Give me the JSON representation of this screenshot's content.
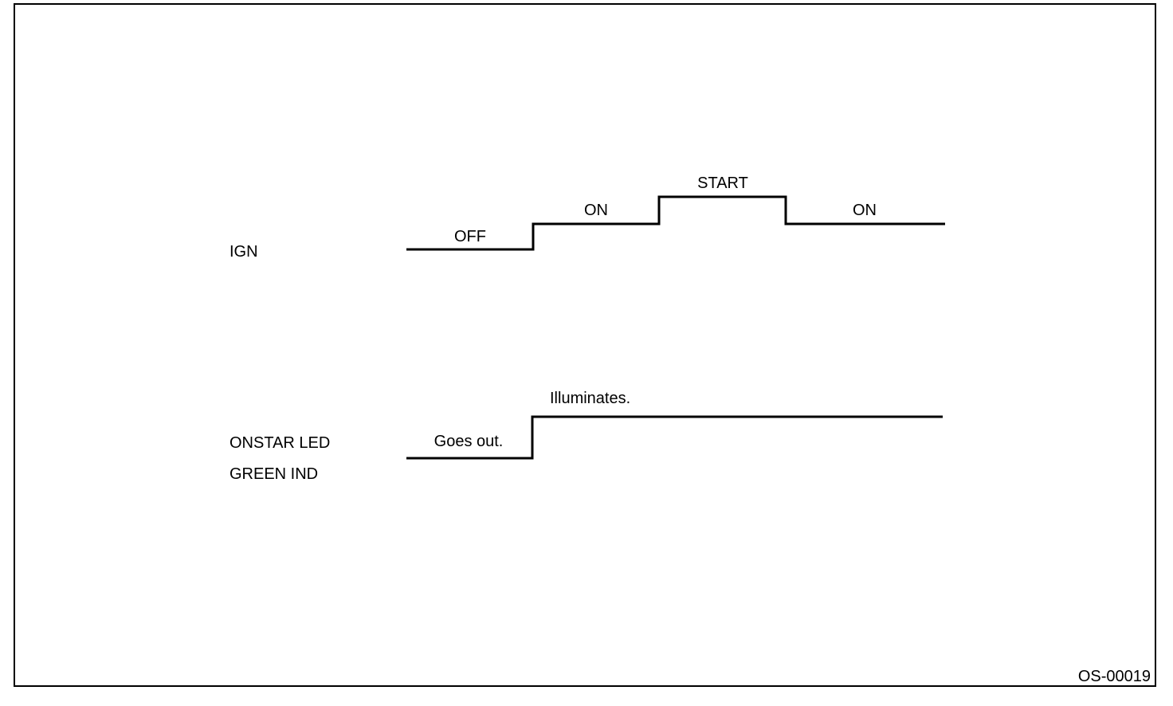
{
  "signals": {
    "ign": {
      "label": "IGN",
      "states": [
        "OFF",
        "ON",
        "START",
        "ON"
      ]
    },
    "onstar": {
      "label_line1": "ONSTAR LED",
      "label_line2": "GREEN IND",
      "states": [
        "Goes out.",
        "Illuminates."
      ]
    }
  },
  "figure_id": "OS-00019"
}
